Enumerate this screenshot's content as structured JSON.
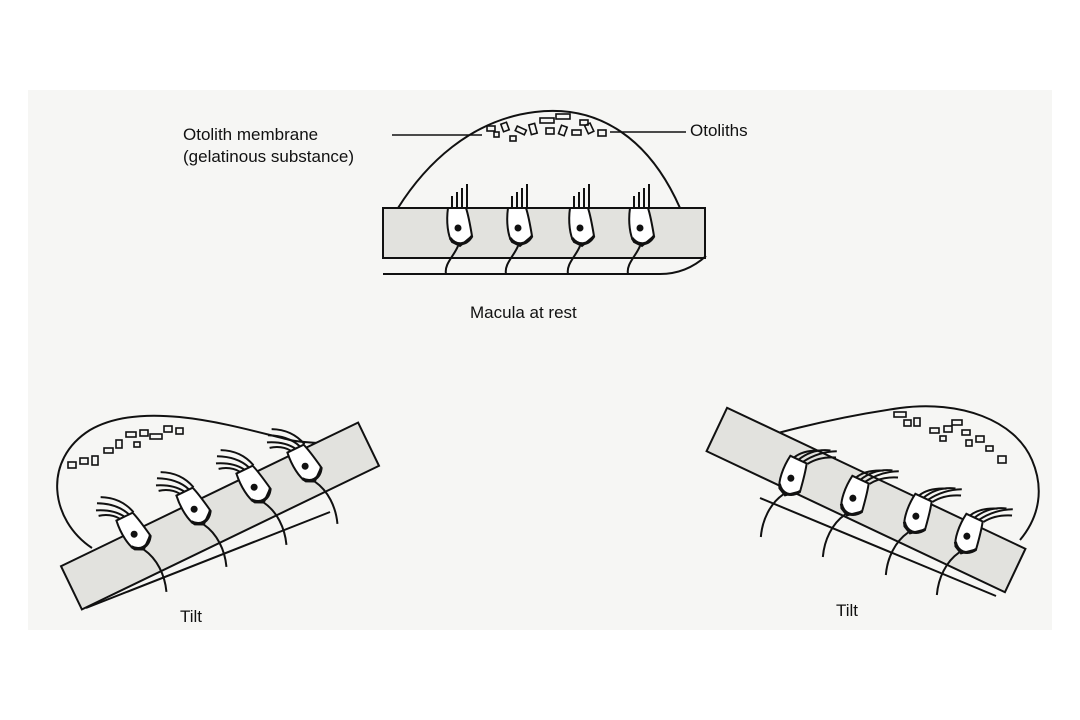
{
  "labels": {
    "otolith_membrane": "Otolith membrane",
    "gelatinous_substance": "(gelatinous substance)",
    "otoliths": "Otoliths",
    "macula_at_rest": "Macula at rest",
    "tilt_left": "Tilt",
    "tilt_right": "Tilt"
  },
  "colors": {
    "ink": "#111111",
    "base_fill": "#e2e2de",
    "panel": "#f6f6f4"
  }
}
